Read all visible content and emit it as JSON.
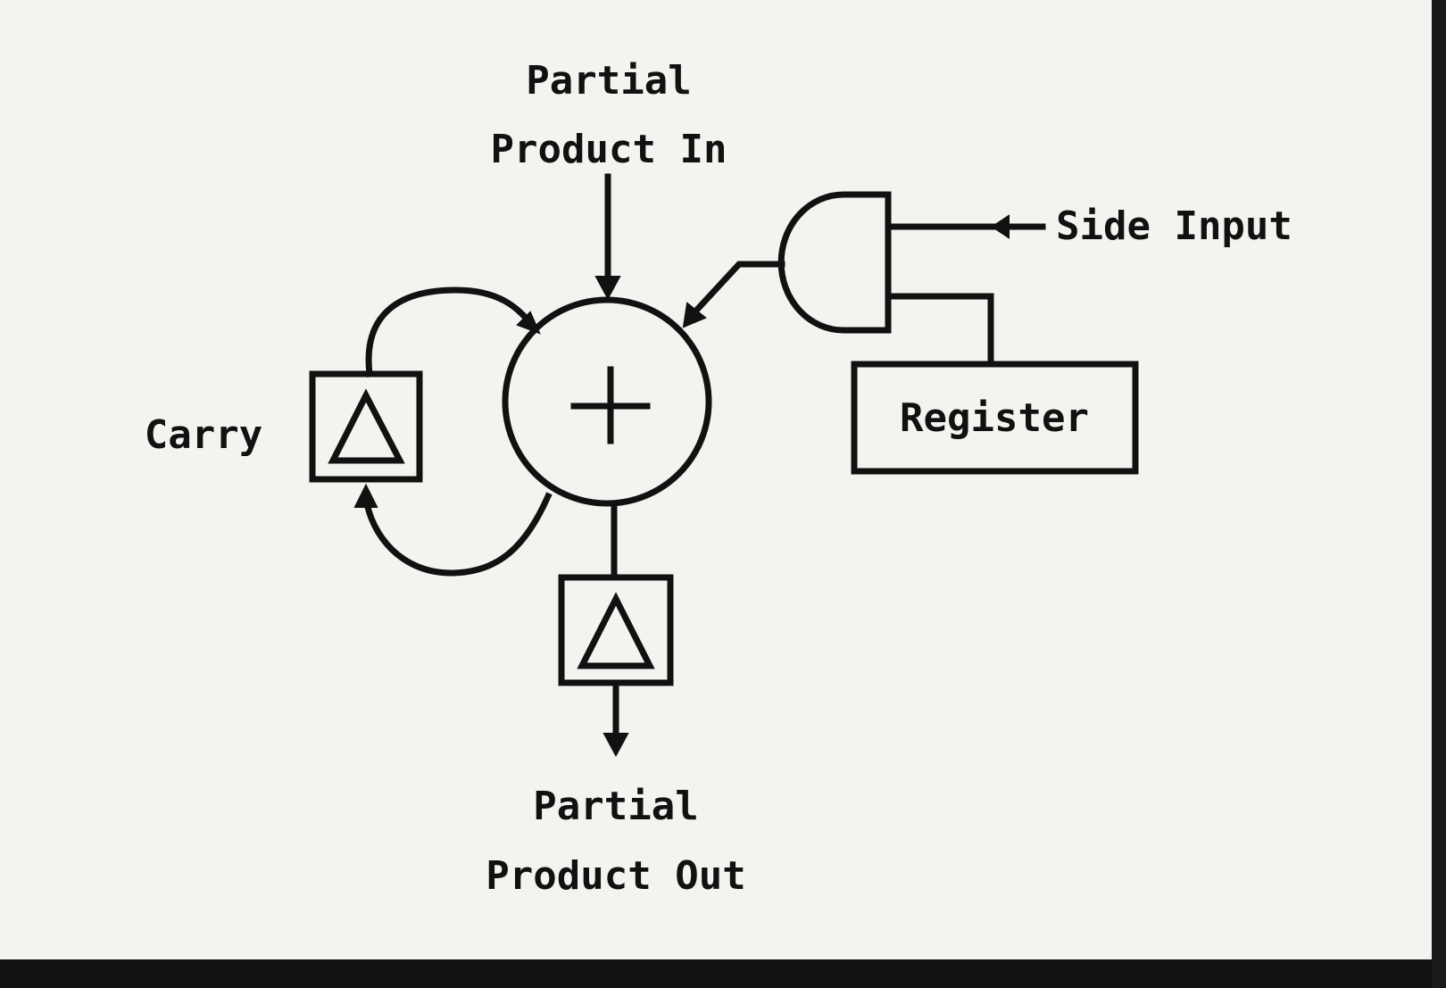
{
  "labels": {
    "partial_in_line1": "Partial",
    "partial_in_line2": "Product In",
    "side_input": "Side Input",
    "register": "Register",
    "carry": "Carry",
    "partial_out_line1": "Partial",
    "partial_out_line2": "Product Out"
  },
  "symbols": {
    "adder": "+",
    "adder_icon": "plus-icon",
    "delay_icon": "triangle-icon",
    "gate_icon": "and-gate-icon"
  },
  "colors": {
    "ink": "#111111",
    "paper": "#f4f3ef",
    "border": "#111111"
  }
}
